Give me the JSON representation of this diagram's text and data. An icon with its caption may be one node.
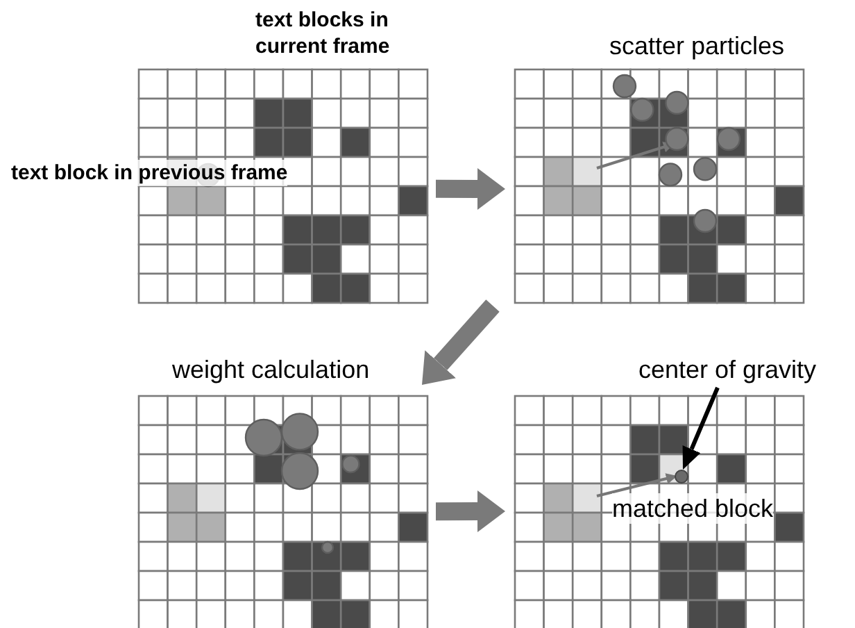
{
  "diagram": {
    "nodes": [
      {
        "text": [
          "text blocks in current frame",
          "text block in previous frame"
        ]
      },
      {
        "text": [
          "scatter particles"
        ]
      },
      {
        "text": [
          "weight calculation"
        ]
      },
      {
        "text": [
          "matched block"
        ]
      },
      {
        "text": [
          "center of gravity"
        ]
      },
      {
        "text": [],
        "shape": "circle",
        "in": 3
      }
    ],
    "edges": [
      {
        "from": 0,
        "to": 1,
        "arrow": "to"
      },
      {
        "from": 1,
        "to": 2,
        "arrow": "to"
      },
      {
        "from": 2,
        "to": 3,
        "arrow": "to"
      },
      {
        "from": 4,
        "to": 5,
        "arrow": "to",
        "color": "#000000"
      }
    ]
  }
}
